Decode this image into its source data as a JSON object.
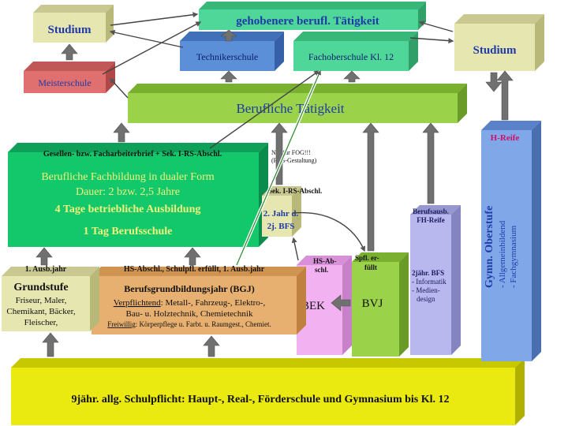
{
  "nodes": {
    "gehobenere": {
      "label": "gehobenere berufl. Tätigkeit"
    },
    "studium_left": {
      "label": "Studium"
    },
    "studium_right": {
      "label": "Studium"
    },
    "technikerschule": {
      "label": "Technikerschule"
    },
    "fachoberschule": {
      "label": "Fachoberschule Kl. 12"
    },
    "meisterschule": {
      "label": "Meisterschule"
    },
    "berufliche_taetigkeit": {
      "label": "Berufliche Tätigkeit"
    },
    "dual": {
      "header": "Gesellen- bzw. Facharbeiterbrief + Sek. I-RS-Abschl.",
      "line1": "Berufliche Fachbildung in dualer Form",
      "line2": "Dauer: 2 bzw. 2,5 Jahre",
      "line3": "4 Tage betriebliche Ausbildung",
      "line4": "1 Tag Berufsschule"
    },
    "fog_note": {
      "line1": "Nur für FOG!!!",
      "line2": "(FOS-Gestaltung)"
    },
    "bfs": {
      "header": "Sek. I-RS-Abschl.",
      "line1": "2. Jahr d.",
      "line2": "2j. BFS"
    },
    "grundstufe": {
      "header": "1. Ausb.jahr",
      "title": "Grundstufe",
      "line1": "Friseur, Maler,",
      "line2": "Chemikant, Bäcker,",
      "line3": "Fleischer,"
    },
    "bgj": {
      "header": "HS-Abschl., Schulpfl. erfüllt, 1. Ausb.jahr",
      "title": "Berufsgrundbildungsjahr (BGJ)",
      "verpf_label": "Verpflichtend",
      "verpf_text": ": Metall-, Fahrzeug-, Elektro-,",
      "line2": "Bau- u. Holztechnik, Chemietechnik",
      "frei_label": "Freiwillig",
      "frei_text": ": Körperpflege u. Farbt. u. Raumgest., Chemiet."
    },
    "bek": {
      "header1": "HS-Ab-",
      "header2": "schl.",
      "label": "BEK"
    },
    "bvj": {
      "header1": "Spfl. er-",
      "header2": "füllt",
      "label": "BVJ"
    },
    "bfs2": {
      "header1": "Berufsausb.",
      "header2": "FH-Reife",
      "line1": "2jähr. BFS",
      "line2": "- Informatik",
      "line3": "- Medien-",
      "line4": "  design"
    },
    "gymnasium": {
      "header": "H-Reife",
      "title": "Gymn. Oberstufe",
      "line1": "- Allgemeinbildend",
      "line2": "- Fachgymnasium"
    },
    "schulpflicht": {
      "label": "9jähr. allg. Schulpflicht: Haupt-, Real-, Förderschule und Gymnasium bis Kl. 12"
    }
  },
  "colors": {
    "title_blue": "#1f3aa8",
    "green_top": "#4fd79a",
    "khaki": "#e6e6b0",
    "blue_box": "#5b8fd8",
    "red_box": "#e07070",
    "light_green": "#9ad24a",
    "dual_green": "#12c86b",
    "orange": "#e8b070",
    "pink": "#f2b2f2",
    "lavender": "#b8b8ee",
    "gym_blue": "#80a8e8",
    "yellow": "#eaea10",
    "arrow_gray": "#707070"
  }
}
